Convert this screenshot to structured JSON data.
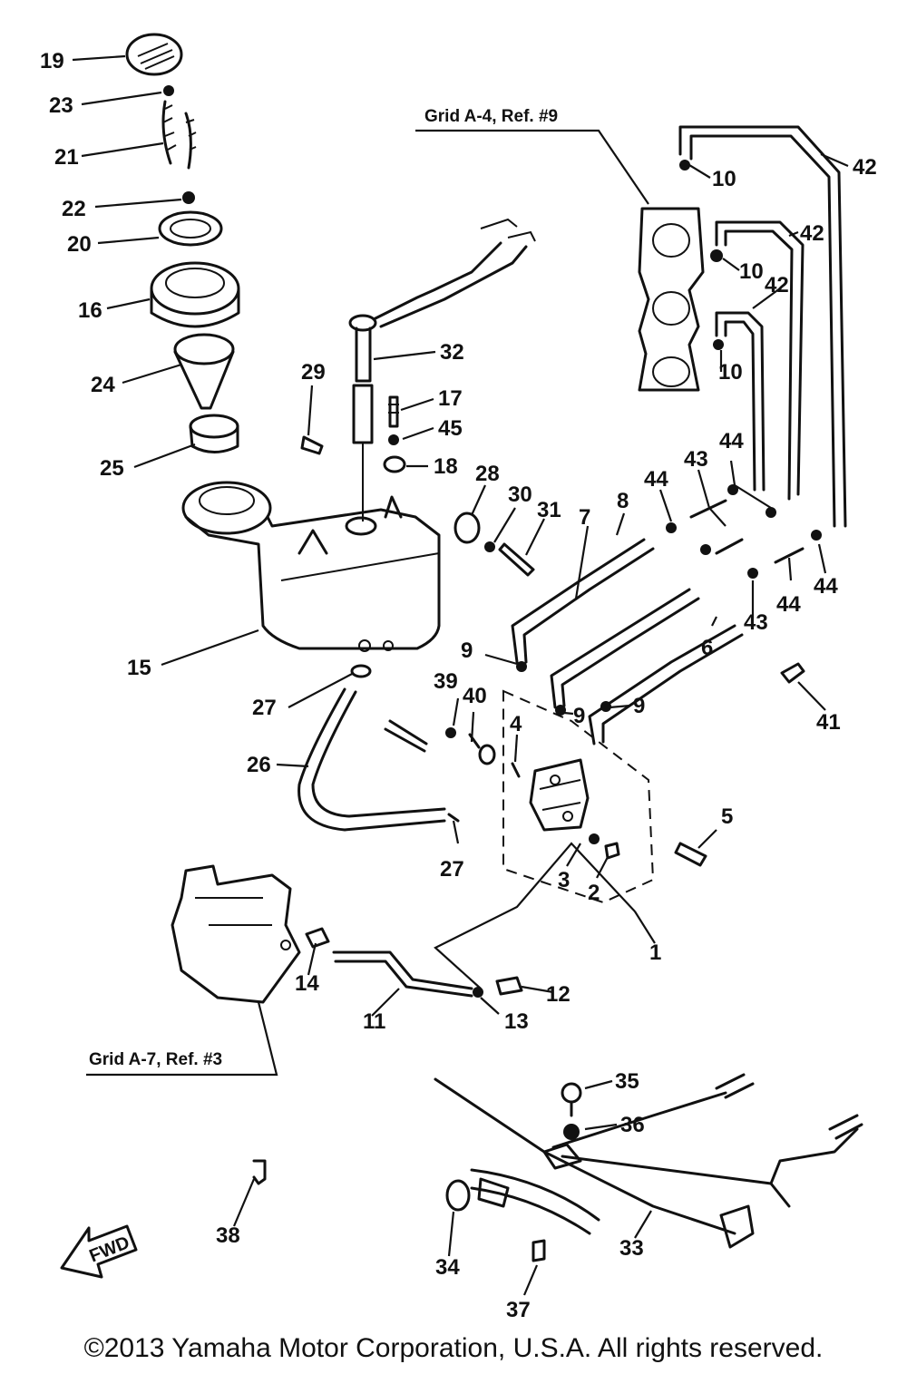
{
  "callouts": [
    {
      "label": "19"
    },
    {
      "label": "23"
    },
    {
      "label": "21"
    },
    {
      "label": "22"
    },
    {
      "label": "20"
    },
    {
      "label": "16"
    },
    {
      "label": "24"
    },
    {
      "label": "25"
    },
    {
      "label": "15"
    },
    {
      "label": "29"
    },
    {
      "label": "32"
    },
    {
      "label": "17"
    },
    {
      "label": "45"
    },
    {
      "label": "18"
    },
    {
      "label": "28"
    },
    {
      "label": "30"
    },
    {
      "label": "31"
    },
    {
      "label": "27"
    },
    {
      "label": "26"
    },
    {
      "label": "27"
    },
    {
      "label": "39"
    },
    {
      "label": "40"
    },
    {
      "label": "4"
    },
    {
      "label": "9"
    },
    {
      "label": "9"
    },
    {
      "label": "9"
    },
    {
      "label": "5"
    },
    {
      "label": "3"
    },
    {
      "label": "2"
    },
    {
      "label": "1"
    },
    {
      "label": "14"
    },
    {
      "label": "11"
    },
    {
      "label": "12"
    },
    {
      "label": "13"
    },
    {
      "label": "10"
    },
    {
      "label": "10"
    },
    {
      "label": "10"
    },
    {
      "label": "42"
    },
    {
      "label": "42"
    },
    {
      "label": "42"
    },
    {
      "label": "8"
    },
    {
      "label": "7"
    },
    {
      "label": "6"
    },
    {
      "label": "44"
    },
    {
      "label": "43"
    },
    {
      "label": "44"
    },
    {
      "label": "43"
    },
    {
      "label": "44"
    },
    {
      "label": "44"
    },
    {
      "label": "41"
    },
    {
      "label": "35"
    },
    {
      "label": "36"
    },
    {
      "label": "33"
    },
    {
      "label": "34"
    },
    {
      "label": "37"
    },
    {
      "label": "38"
    }
  ],
  "grid_refs": {
    "top": "Grid A-4, Ref. #9",
    "bottom": "Grid A-7, Ref. #3"
  },
  "fwd_label": "FWD",
  "copyright": "©2013 Yamaha Motor Corporation, U.S.A. All rights reserved."
}
